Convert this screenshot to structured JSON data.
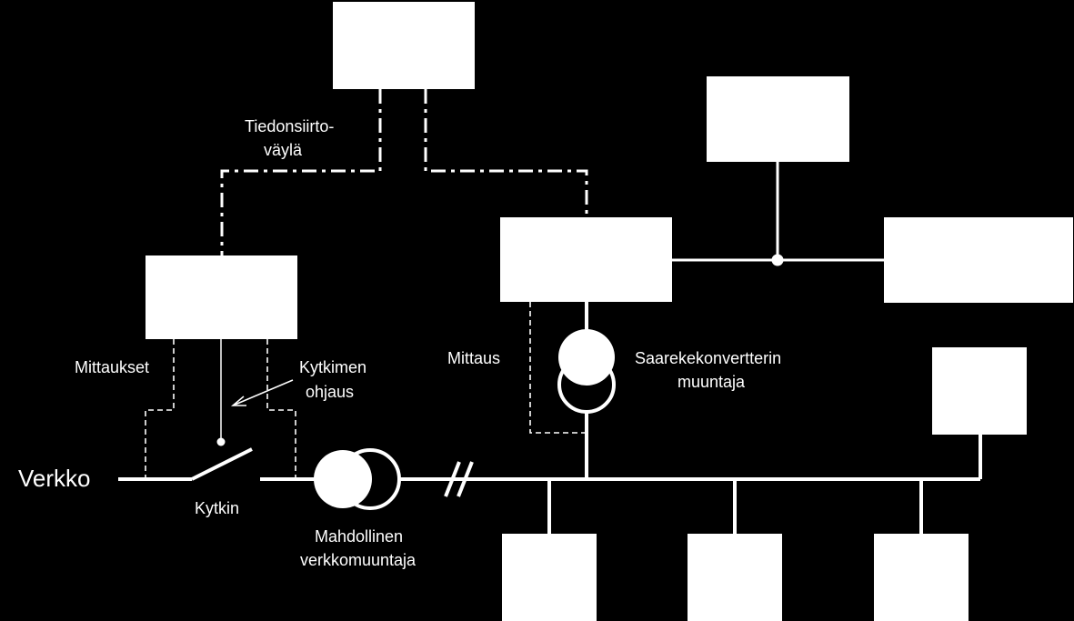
{
  "labels": {
    "verkko": "Verkko",
    "kytkin": "Kytkin",
    "mittaukset": "Mittaukset",
    "kytkimen_ohjaus_1": "Kytkimen",
    "kytkimen_ohjaus_2": "ohjaus",
    "tiedonsiirto_1": "Tiedonsiirto-",
    "tiedonsiirto_2": "väylä",
    "mittaus": "Mittaus",
    "saarekekonvertterin_1": "Saarekekonvertterin",
    "saarekekonvertterin_2": "muuntaja",
    "mahdollinen_1": "Mahdollinen",
    "mahdollinen_2": "verkkomuuntaja"
  },
  "colors": {
    "background": "#000000",
    "foreground": "#ffffff"
  }
}
